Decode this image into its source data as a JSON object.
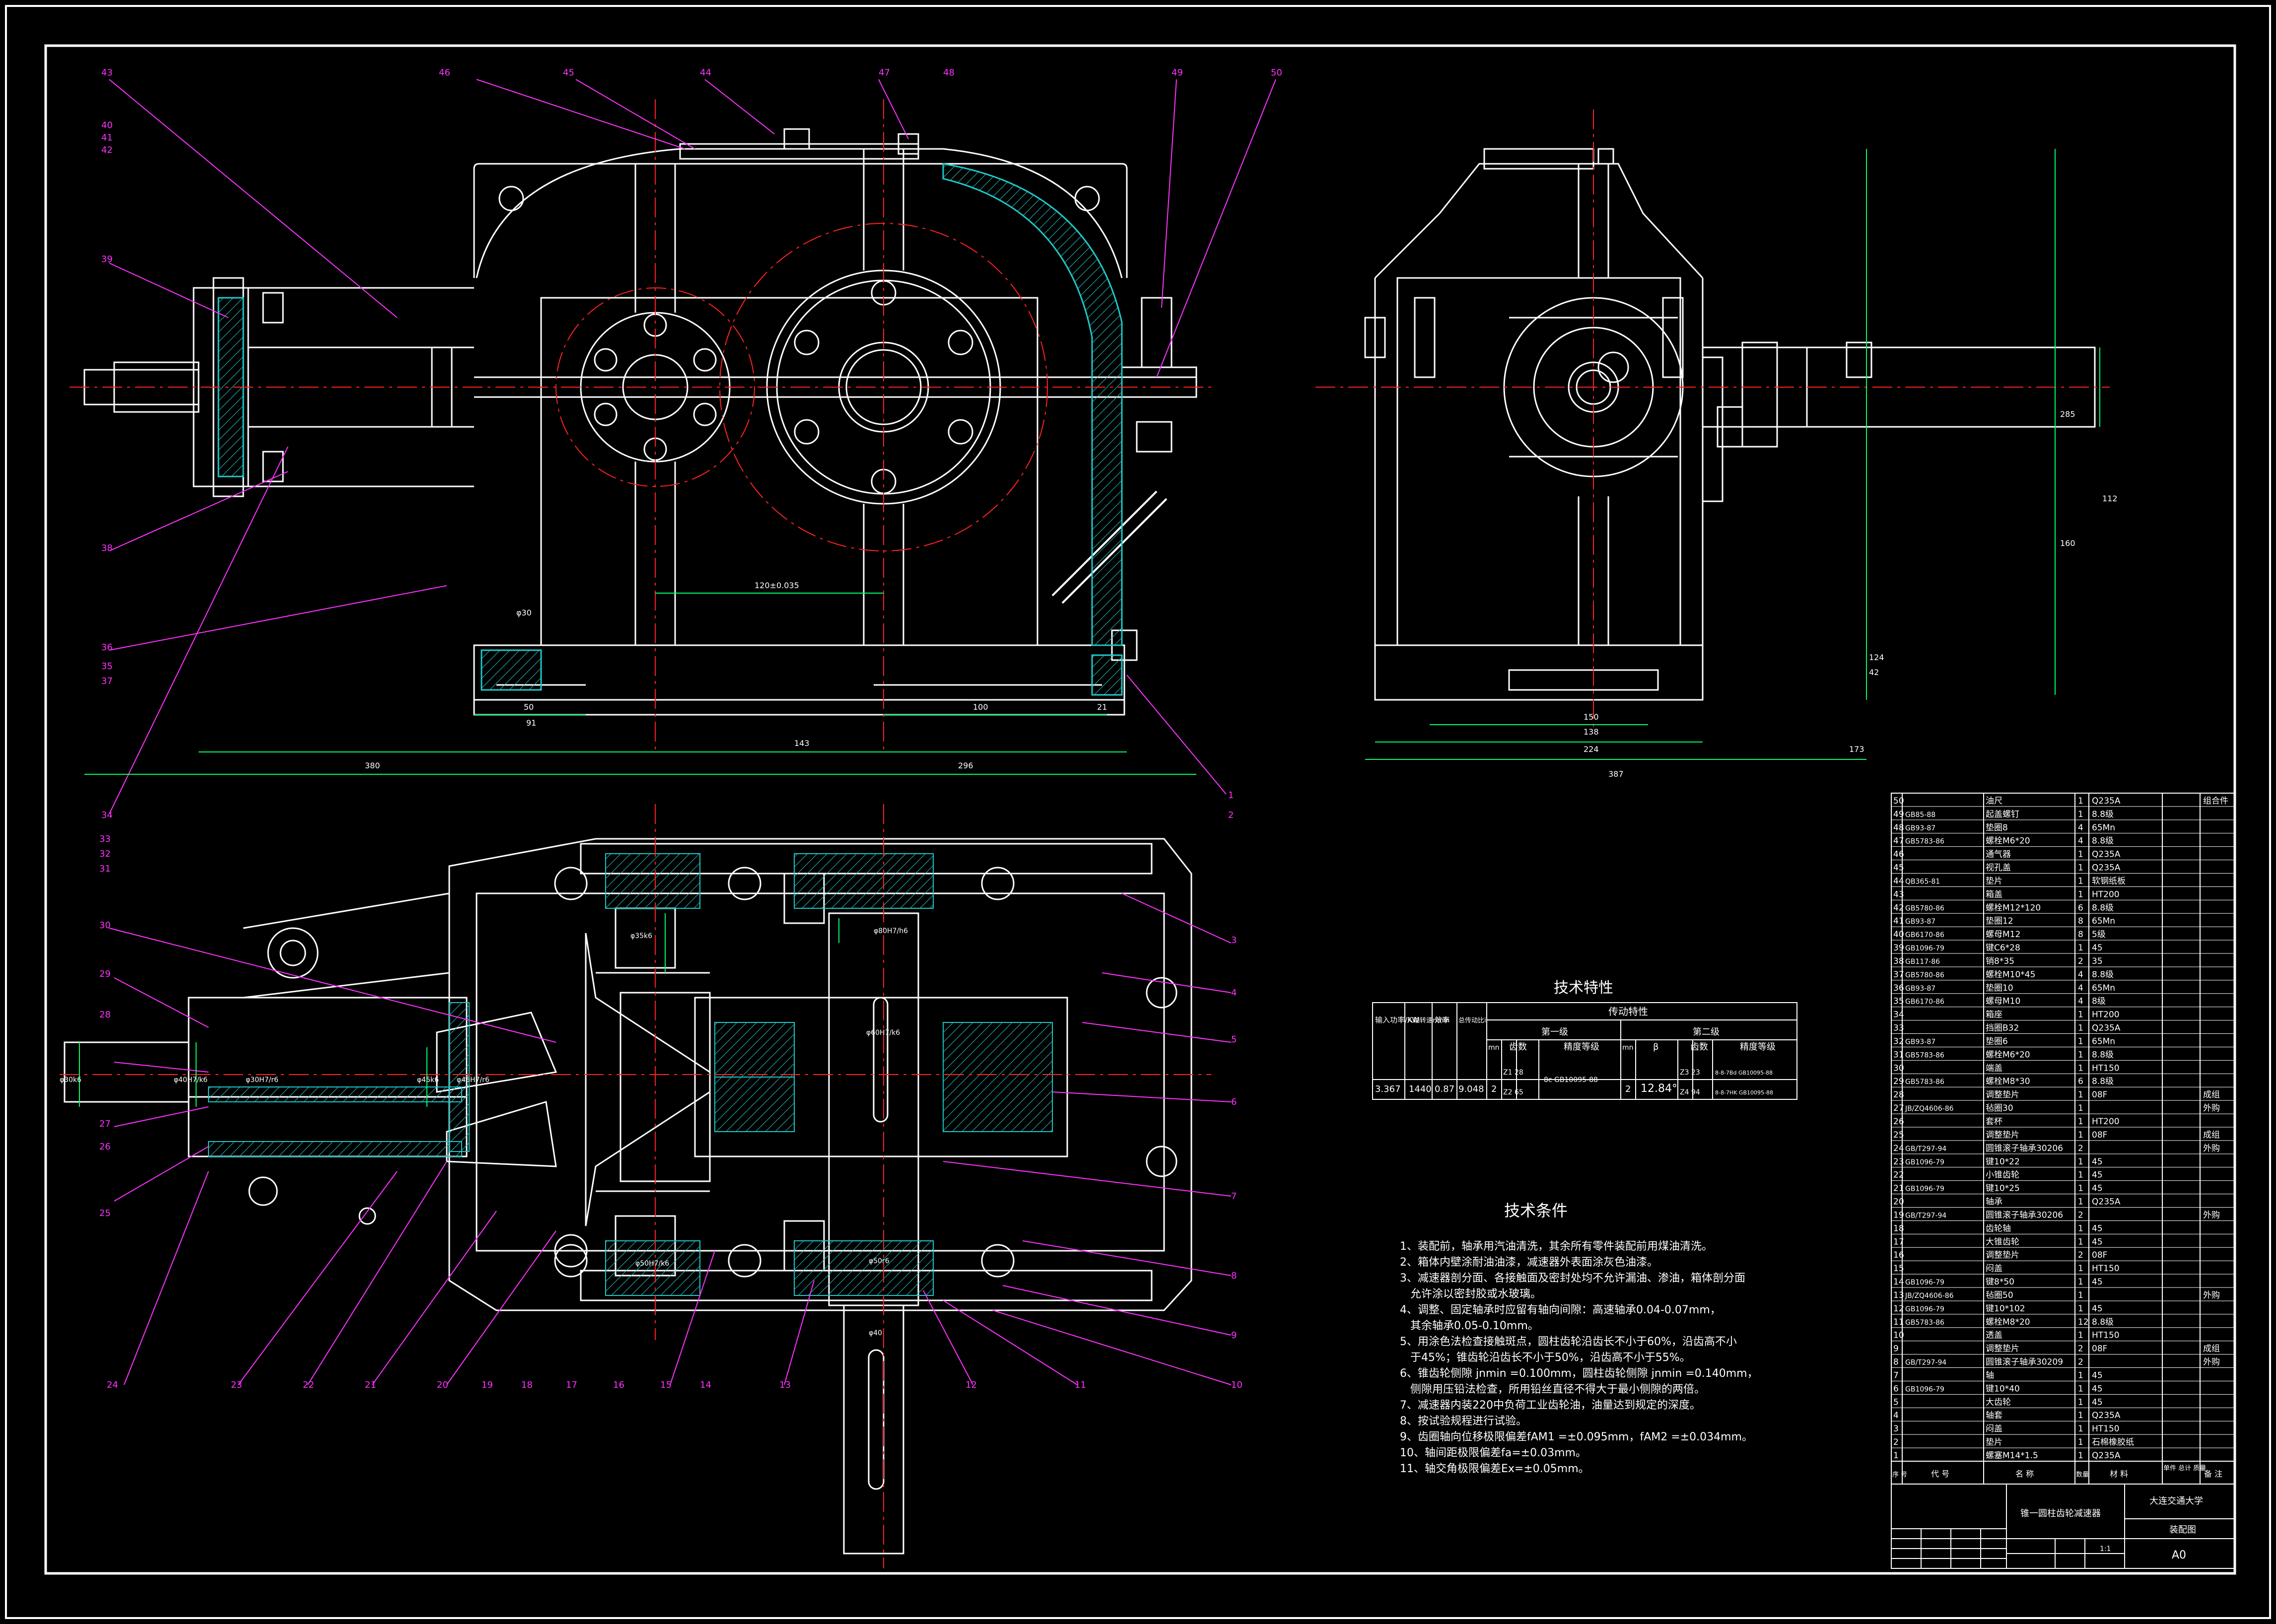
{
  "title_block": {
    "product_name": "锥一圆柱齿轮减速器",
    "school": "大连交通大学",
    "drawing_type": "装配图",
    "sheet_size": "A0",
    "scale_cell": "1:1",
    "headers": [
      "序 号",
      "代 号",
      "名 称",
      "数量",
      "材 料",
      "单件 总计 质量",
      "备 注"
    ]
  },
  "parts_list": [
    {
      "no": "50",
      "code": "",
      "name": "油尺",
      "qty": "1",
      "mat": "Q235A",
      "note": "组合件"
    },
    {
      "no": "49",
      "code": "GB85-88",
      "name": "起盖螺钉",
      "qty": "1",
      "mat": "8.8级",
      "note": ""
    },
    {
      "no": "48",
      "code": "GB93-87",
      "name": "垫圈8",
      "qty": "4",
      "mat": "65Mn",
      "note": ""
    },
    {
      "no": "47",
      "code": "GB5783-86",
      "name": "螺栓M6*20",
      "qty": "4",
      "mat": "8.8级",
      "note": ""
    },
    {
      "no": "46",
      "code": "",
      "name": "通气器",
      "qty": "1",
      "mat": "Q235A",
      "note": ""
    },
    {
      "no": "45",
      "code": "",
      "name": "视孔盖",
      "qty": "1",
      "mat": "Q235A",
      "note": ""
    },
    {
      "no": "44",
      "code": "QB365-81",
      "name": "垫片",
      "qty": "1",
      "mat": "软钢纸板",
      "note": ""
    },
    {
      "no": "43",
      "code": "",
      "name": "箱盖",
      "qty": "1",
      "mat": "HT200",
      "note": ""
    },
    {
      "no": "42",
      "code": "GB5780-86",
      "name": "螺栓M12*120",
      "qty": "6",
      "mat": "8.8级",
      "note": ""
    },
    {
      "no": "41",
      "code": "GB93-87",
      "name": "垫圈12",
      "qty": "8",
      "mat": "65Mn",
      "note": ""
    },
    {
      "no": "40",
      "code": "GB6170-86",
      "name": "螺母M12",
      "qty": "8",
      "mat": "5级",
      "note": ""
    },
    {
      "no": "39",
      "code": "GB1096-79",
      "name": "键C6*28",
      "qty": "1",
      "mat": "45",
      "note": ""
    },
    {
      "no": "38",
      "code": "GB117-86",
      "name": "销8*35",
      "qty": "2",
      "mat": "35",
      "note": ""
    },
    {
      "no": "37",
      "code": "GB5780-86",
      "name": "螺栓M10*45",
      "qty": "4",
      "mat": "8.8级",
      "note": ""
    },
    {
      "no": "36",
      "code": "GB93-87",
      "name": "垫圈10",
      "qty": "4",
      "mat": "65Mn",
      "note": ""
    },
    {
      "no": "35",
      "code": "GB6170-86",
      "name": "螺母M10",
      "qty": "4",
      "mat": "8级",
      "note": ""
    },
    {
      "no": "34",
      "code": "",
      "name": "箱座",
      "qty": "1",
      "mat": "HT200",
      "note": ""
    },
    {
      "no": "33",
      "code": "",
      "name": "挡圈B32",
      "qty": "1",
      "mat": "Q235A",
      "note": ""
    },
    {
      "no": "32",
      "code": "GB93-87",
      "name": "垫圈6",
      "qty": "1",
      "mat": "65Mn",
      "note": ""
    },
    {
      "no": "31",
      "code": "GB5783-86",
      "name": "螺栓M6*20",
      "qty": "1",
      "mat": "8.8级",
      "note": ""
    },
    {
      "no": "30",
      "code": "",
      "name": "端盖",
      "qty": "1",
      "mat": "HT150",
      "note": ""
    },
    {
      "no": "29",
      "code": "GB5783-86",
      "name": "螺栓M8*30",
      "qty": "6",
      "mat": "8.8级",
      "note": ""
    },
    {
      "no": "28",
      "code": "",
      "name": "调整垫片",
      "qty": "1",
      "mat": "08F",
      "note": "成组"
    },
    {
      "no": "27",
      "code": "JB/ZQ4606-86",
      "name": "毡圈30",
      "qty": "1",
      "mat": "",
      "note": "外购"
    },
    {
      "no": "26",
      "code": "",
      "name": "套杯",
      "qty": "1",
      "mat": "HT200",
      "note": ""
    },
    {
      "no": "25",
      "code": "",
      "name": "调整垫片",
      "qty": "1",
      "mat": "08F",
      "note": "成组"
    },
    {
      "no": "24",
      "code": "GB/T297-94",
      "name": "圆锥滚子轴承30206",
      "qty": "2",
      "mat": "",
      "note": "外购"
    },
    {
      "no": "23",
      "code": "GB1096-79",
      "name": "键10*22",
      "qty": "1",
      "mat": "45",
      "note": ""
    },
    {
      "no": "22",
      "code": "",
      "name": "小锥齿轮",
      "qty": "1",
      "mat": "45",
      "note": ""
    },
    {
      "no": "21",
      "code": "GB1096-79",
      "name": "键10*25",
      "qty": "1",
      "mat": "45",
      "note": ""
    },
    {
      "no": "20",
      "code": "",
      "name": "轴承",
      "qty": "1",
      "mat": "Q235A",
      "note": ""
    },
    {
      "no": "19",
      "code": "GB/T297-94",
      "name": "圆锥滚子轴承30206",
      "qty": "2",
      "mat": "",
      "note": "外购"
    },
    {
      "no": "18",
      "code": "",
      "name": "齿轮轴",
      "qty": "1",
      "mat": "45",
      "note": ""
    },
    {
      "no": "17",
      "code": "",
      "name": "大锥齿轮",
      "qty": "1",
      "mat": "45",
      "note": ""
    },
    {
      "no": "16",
      "code": "",
      "name": "调整垫片",
      "qty": "2",
      "mat": "08F",
      "note": ""
    },
    {
      "no": "15",
      "code": "",
      "name": "闷盖",
      "qty": "1",
      "mat": "HT150",
      "note": ""
    },
    {
      "no": "14",
      "code": "GB1096-79",
      "name": "键8*50",
      "qty": "1",
      "mat": "45",
      "note": ""
    },
    {
      "no": "13",
      "code": "JB/ZQ4606-86",
      "name": "毡圈50",
      "qty": "1",
      "mat": "",
      "note": "外购"
    },
    {
      "no": "12",
      "code": "GB1096-79",
      "name": "键10*102",
      "qty": "1",
      "mat": "45",
      "note": ""
    },
    {
      "no": "11",
      "code": "GB5783-86",
      "name": "螺栓M8*20",
      "qty": "12",
      "mat": "8.8级",
      "note": ""
    },
    {
      "no": "10",
      "code": "",
      "name": "透盖",
      "qty": "1",
      "mat": "HT150",
      "note": ""
    },
    {
      "no": "9",
      "code": "",
      "name": "调整垫片",
      "qty": "2",
      "mat": "08F",
      "note": "成组"
    },
    {
      "no": "8",
      "code": "GB/T297-94",
      "name": "圆锥滚子轴承30209",
      "qty": "2",
      "mat": "",
      "note": "外购"
    },
    {
      "no": "7",
      "code": "",
      "name": "轴",
      "qty": "1",
      "mat": "45",
      "note": ""
    },
    {
      "no": "6",
      "code": "GB1096-79",
      "name": "键10*40",
      "qty": "1",
      "mat": "45",
      "note": ""
    },
    {
      "no": "5",
      "code": "",
      "name": "大齿轮",
      "qty": "1",
      "mat": "45",
      "note": ""
    },
    {
      "no": "4",
      "code": "",
      "name": "轴套",
      "qty": "1",
      "mat": "Q235A",
      "note": ""
    },
    {
      "no": "3",
      "code": "",
      "name": "闷盖",
      "qty": "1",
      "mat": "HT150",
      "note": ""
    },
    {
      "no": "2",
      "code": "",
      "name": "垫片",
      "qty": "1",
      "mat": "石棉橡胶纸",
      "note": ""
    },
    {
      "no": "1",
      "code": "",
      "name": "螺塞M14*1.5",
      "qty": "1",
      "mat": "Q235A",
      "note": ""
    }
  ],
  "tech_char": {
    "title": "技术特性",
    "h_power": "输入功率/KW",
    "h_speed": "入轴转速r/min",
    "h_eff": "效率",
    "h_ratio": "总传动比i",
    "h_trans": "传动特性",
    "h_stage1": "第一级",
    "h_stage2": "第二级",
    "h_mn": "mn",
    "h_teeth": "齿数",
    "h_grade": "精度等级",
    "h_beta": "β",
    "power": "3.367",
    "speed": "1440",
    "eff": "0.87",
    "ratio": "9.048",
    "mn1": "2",
    "z1": "Z1 28",
    "z2": "Z2 65",
    "grade1": "8c GB10095-88",
    "mn2": "2",
    "beta": "12.84°",
    "z3": "Z3 23",
    "z4": "Z4 94",
    "grade3": "8-8-7Bd GB10095-88",
    "grade4": "8-8-7HK GB10095-88"
  },
  "tech_req": {
    "title": "技术条件",
    "lines": [
      "1、装配前，轴承用汽油清洗，其余所有零件装配前用煤油清洗。",
      "2、箱体内壁涂耐油油漆，减速器外表面涂灰色油漆。",
      "3、减速器剖分面、各接触面及密封处均不允许漏油、渗油，箱体剖分面",
      "   允许涂以密封胶或水玻璃。",
      "4、调整、固定轴承时应留有轴向间隙：高速轴承0.04-0.07mm，",
      "   其余轴承0.05-0.10mm。",
      "5、用涂色法检查接触斑点，圆柱齿轮沿齿长不小于60%，沿齿高不小",
      "   于45%；锥齿轮沿齿长不小于50%，沿齿高不小于55%。",
      "6、锥齿轮侧隙 jnmin =0.100mm，圆柱齿轮侧隙 jnmin =0.140mm，",
      "   侧隙用压铅法检查，所用铅丝直径不得大于最小侧隙的两倍。",
      "7、减速器内装220中负荷工业齿轮油，油量达到规定的深度。",
      "8、按试验规程进行试验。",
      "9、齿圈轴向位移极限偏差fAM1 =±0.095mm，fAM2 =±0.034mm。",
      "10、轴间距极限偏差fa=±0.03mm。",
      "11、轴交角极限偏差Ex=±0.05mm。"
    ]
  },
  "balloons_front": [
    "43",
    "40",
    "41",
    "42",
    "46",
    "45",
    "44",
    "47",
    "48",
    "49",
    "50",
    "39",
    "38",
    "36",
    "35",
    "37",
    "34",
    "1",
    "2"
  ],
  "balloons_plan": [
    "3",
    "4",
    "5",
    "6",
    "7",
    "8",
    "9",
    "10",
    "11",
    "12",
    "13",
    "14",
    "15",
    "16",
    "17",
    "18",
    "19",
    "20",
    "21",
    "22",
    "23",
    "24",
    "25",
    "26",
    "27",
    "28",
    "29",
    "30",
    "31",
    "32",
    "33"
  ],
  "dims_front": [
    "380",
    "143",
    "296",
    "50",
    "120±0.035",
    "φ30",
    "91",
    "100",
    "21"
  ],
  "dims_side": [
    "285",
    "112",
    "160",
    "42",
    "150",
    "224",
    "387",
    "173",
    "138",
    "124"
  ],
  "dims_plan": [
    "φ30k6",
    "φ40H7/k6",
    "φ30H7/r6",
    "φ45k6",
    "φ45H7/r6",
    "φ60H7/k6",
    "φ35k6",
    "φ50r6",
    "φ40",
    "φ80H7/h6",
    "φ50H7/k6"
  ],
  "colors": {
    "line": "#ffffff",
    "dim": "#00ff66",
    "leader": "#ff33ff",
    "center": "#ff2222",
    "hatch": "#1ec8c8",
    "frame": "#ffffff"
  }
}
